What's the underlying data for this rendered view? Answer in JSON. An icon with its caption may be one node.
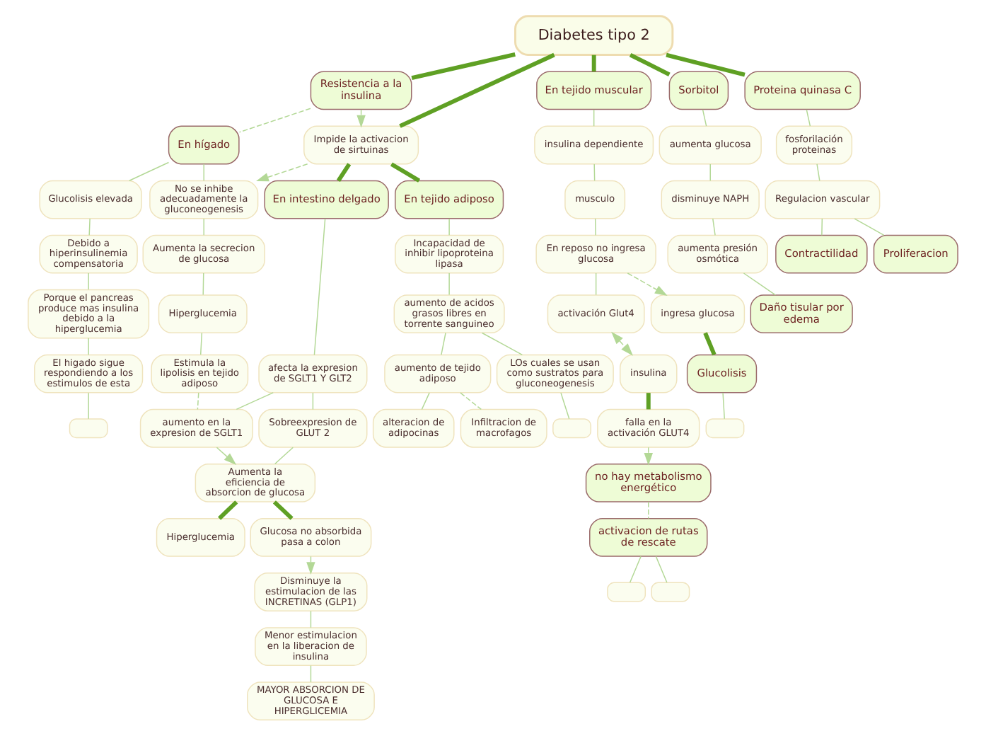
{
  "diagram": {
    "nodes": [
      {
        "text": [
          "Diabetes tipo 2"
        ]
      },
      {
        "text": [
          "En hígado"
        ]
      },
      {
        "text": [
          "Glucolisis elevada"
        ]
      },
      {
        "text": [
          "Debido a hiperinsulinemia compensatoria"
        ]
      },
      {
        "text": [
          "Porque el pancreas produce mas insulina debido a la hiperglucemia"
        ]
      },
      {
        "text": [
          "El higado sigue respondiendo a los estimulos de esta"
        ]
      },
      {
        "text": [],
        "shape": "box"
      },
      {
        "text": [
          "No se inhibe adecuadamente la gluconeogenesis"
        ]
      },
      {
        "text": [
          "Aumenta la secrecion de glucosa"
        ]
      },
      {
        "text": [
          "Hiperglucemia"
        ]
      },
      {
        "text": [
          "Estimula la lipolisis en tejido adiposo"
        ]
      },
      {
        "text": [
          "En intestino delgado"
        ]
      },
      {
        "text": [
          "afecta la expresion de SGLT1 Y GLT2"
        ]
      },
      {
        "text": [
          "aumento en la expresion de SGLT1"
        ]
      },
      {
        "text": [
          "Impide la activacion de sirtuinas"
        ]
      },
      {
        "text": [
          "En tejido adiposo"
        ]
      },
      {
        "text": [
          "Incapacidad de inhibir lipoproteina lipasa"
        ]
      },
      {
        "text": [
          "aumento de acidos grasos libres en torrente sanguineo"
        ]
      },
      {
        "text": [
          "LOs cuales se usan como sustratos para gluconeogenesis"
        ]
      },
      {
        "text": [],
        "shape": "box"
      },
      {
        "text": [
          "aumento de tejido adiposo"
        ]
      },
      {
        "text": [
          "alteracion de adipocinas"
        ]
      },
      {
        "text": [
          "Infiltracion de macrofagos"
        ]
      },
      {
        "text": [
          "Sobreexpresion de GLUT 2"
        ]
      },
      {
        "text": [
          "Aumenta la eficiencia de absorcion de glucosa"
        ]
      },
      {
        "text": [
          "Hiperglucemia"
        ]
      },
      {
        "text": [
          "Glucosa no absorbida pasa a colon"
        ]
      },
      {
        "text": [
          "Disminuye la estimulacion de las INCRETINAS (GLP1)"
        ]
      },
      {
        "text": [
          "Menor estimulacion en la liberacion de insulina"
        ]
      },
      {
        "text": [
          "MAYOR ABSORCION DE GLUCOSA E HIPERGLICEMIA"
        ]
      },
      {
        "text": [
          "Resistencia a la insulina"
        ]
      },
      {
        "text": [
          "En tejido muscular"
        ]
      },
      {
        "text": [
          "insulina dependiente"
        ]
      },
      {
        "text": [
          "musculo"
        ]
      },
      {
        "text": [
          "En reposo no ingresa glucosa"
        ]
      },
      {
        "text": [
          "activación Glut4"
        ]
      },
      {
        "text": [
          "ingresa glucosa"
        ]
      },
      {
        "text": [
          "Glucolisis"
        ]
      },
      {
        "text": [],
        "shape": "box"
      },
      {
        "text": [
          "insulina"
        ]
      },
      {
        "text": [
          "falla en la activación GLUT4"
        ]
      },
      {
        "text": [
          "no hay metabolismo energético"
        ]
      },
      {
        "text": [
          "activacion de rutas de rescate"
        ]
      },
      {
        "text": [],
        "shape": "box"
      },
      {
        "text": [],
        "shape": "box"
      },
      {
        "text": [
          "Sorbitol"
        ]
      },
      {
        "text": [
          "aumenta glucosa"
        ]
      },
      {
        "text": [
          "disminuye NAPH"
        ]
      },
      {
        "text": [
          "aumenta presión osmótica"
        ]
      },
      {
        "text": [
          "Daño tisular por edema"
        ]
      },
      {
        "text": [
          "Proteina quinasa C"
        ]
      },
      {
        "text": [
          "fosforilación proteinas"
        ]
      },
      {
        "text": [
          "Regulacion vascular"
        ]
      },
      {
        "text": [
          "Contractilidad"
        ]
      },
      {
        "text": [
          "Proliferacion"
        ]
      }
    ],
    "edges": [
      {
        "from": 0,
        "to": 30,
        "arrow": "none",
        "style": "thick",
        "color": "#5fa024"
      },
      {
        "from": 0,
        "to": 14,
        "arrow": "none",
        "style": "thick",
        "color": "#5fa024"
      },
      {
        "from": 14,
        "to": 11,
        "arrow": "none",
        "style": "thick",
        "color": "#5fa024"
      },
      {
        "from": 14,
        "to": 15,
        "arrow": "none",
        "style": "thick",
        "color": "#5fa024"
      },
      {
        "from": 30,
        "to": 1,
        "arrow": "none",
        "style": "dashed"
      },
      {
        "from": 30,
        "to": 14,
        "arrow": "to",
        "style": "dashed"
      },
      {
        "from": 1,
        "to": 2,
        "arrow": "none"
      },
      {
        "from": 1,
        "to": 7,
        "arrow": "none"
      },
      {
        "from": 2,
        "to": 3,
        "arrow": "none"
      },
      {
        "from": 3,
        "to": 4,
        "arrow": "none"
      },
      {
        "from": 4,
        "to": 5,
        "arrow": "none"
      },
      {
        "from": 5,
        "to": 6,
        "arrow": "none"
      },
      {
        "from": 7,
        "to": 8,
        "arrow": "none"
      },
      {
        "from": 8,
        "to": 9,
        "arrow": "none"
      },
      {
        "from": 9,
        "to": 10,
        "arrow": "none"
      },
      {
        "from": 10,
        "to": 13,
        "arrow": "none",
        "style": "dashed"
      },
      {
        "from": 14,
        "to": 7,
        "arrow": "to",
        "style": "dashed"
      },
      {
        "from": 11,
        "to": 12,
        "arrow": "none"
      },
      {
        "from": 12,
        "to": 13,
        "arrow": "none"
      },
      {
        "from": 12,
        "to": 23,
        "arrow": "none"
      },
      {
        "from": 15,
        "to": 16,
        "arrow": "none"
      },
      {
        "from": 16,
        "to": 17,
        "arrow": "none"
      },
      {
        "from": 17,
        "to": 18,
        "arrow": "none"
      },
      {
        "from": 17,
        "to": 20,
        "arrow": "none"
      },
      {
        "from": 18,
        "to": 19,
        "arrow": "none"
      },
      {
        "from": 20,
        "to": 21,
        "arrow": "none"
      },
      {
        "from": 20,
        "to": 22,
        "arrow": "none",
        "style": "dashed"
      },
      {
        "from": 23,
        "to": 24,
        "arrow": "none"
      },
      {
        "from": 13,
        "to": 24,
        "arrow": "to"
      },
      {
        "from": 24,
        "to": 25,
        "arrow": "none",
        "style": "thick",
        "color": "#5fa024"
      },
      {
        "from": 24,
        "to": 26,
        "arrow": "none",
        "style": "thick",
        "color": "#5fa024"
      },
      {
        "from": 26,
        "to": 27,
        "arrow": "to"
      },
      {
        "from": 27,
        "to": 28,
        "arrow": "none"
      },
      {
        "from": 28,
        "to": 29,
        "arrow": "none"
      },
      {
        "from": 0,
        "to": 31,
        "arrow": "none",
        "style": "thick",
        "color": "#5fa024"
      },
      {
        "from": 31,
        "to": 32,
        "arrow": "none"
      },
      {
        "from": 32,
        "to": 33,
        "arrow": "none"
      },
      {
        "from": 33,
        "to": 34,
        "arrow": "none"
      },
      {
        "from": 34,
        "to": 35,
        "arrow": "none"
      },
      {
        "from": 34,
        "to": 36,
        "arrow": "to",
        "style": "dashed"
      },
      {
        "from": 36,
        "to": 37,
        "arrow": "none",
        "style": "thick",
        "color": "#5fa024"
      },
      {
        "from": 37,
        "to": 38,
        "arrow": "none"
      },
      {
        "from": 35,
        "to": 39,
        "arrow": "both",
        "style": "dashed"
      },
      {
        "from": 39,
        "to": 40,
        "arrow": "none",
        "style": "thick",
        "color": "#5fa024"
      },
      {
        "from": 40,
        "to": 41,
        "arrow": "to",
        "style": "dashed"
      },
      {
        "from": 41,
        "to": 42,
        "arrow": "none",
        "style": "dashed"
      },
      {
        "from": 42,
        "to": 43,
        "arrow": "none"
      },
      {
        "from": 42,
        "to": 44,
        "arrow": "none"
      },
      {
        "from": 0,
        "to": 45,
        "arrow": "none",
        "style": "thick",
        "color": "#5fa024"
      },
      {
        "from": 0,
        "to": 50,
        "arrow": "none",
        "style": "thick",
        "color": "#5fa024"
      },
      {
        "from": 45,
        "to": 46,
        "arrow": "none"
      },
      {
        "from": 46,
        "to": 47,
        "arrow": "none"
      },
      {
        "from": 47,
        "to": 48,
        "arrow": "none"
      },
      {
        "from": 48,
        "to": 49,
        "arrow": "none"
      },
      {
        "from": 50,
        "to": 51,
        "arrow": "none"
      },
      {
        "from": 51,
        "to": 52,
        "arrow": "none"
      },
      {
        "from": 52,
        "to": 53,
        "arrow": "none"
      },
      {
        "from": 52,
        "to": 54,
        "arrow": "none"
      }
    ]
  }
}
